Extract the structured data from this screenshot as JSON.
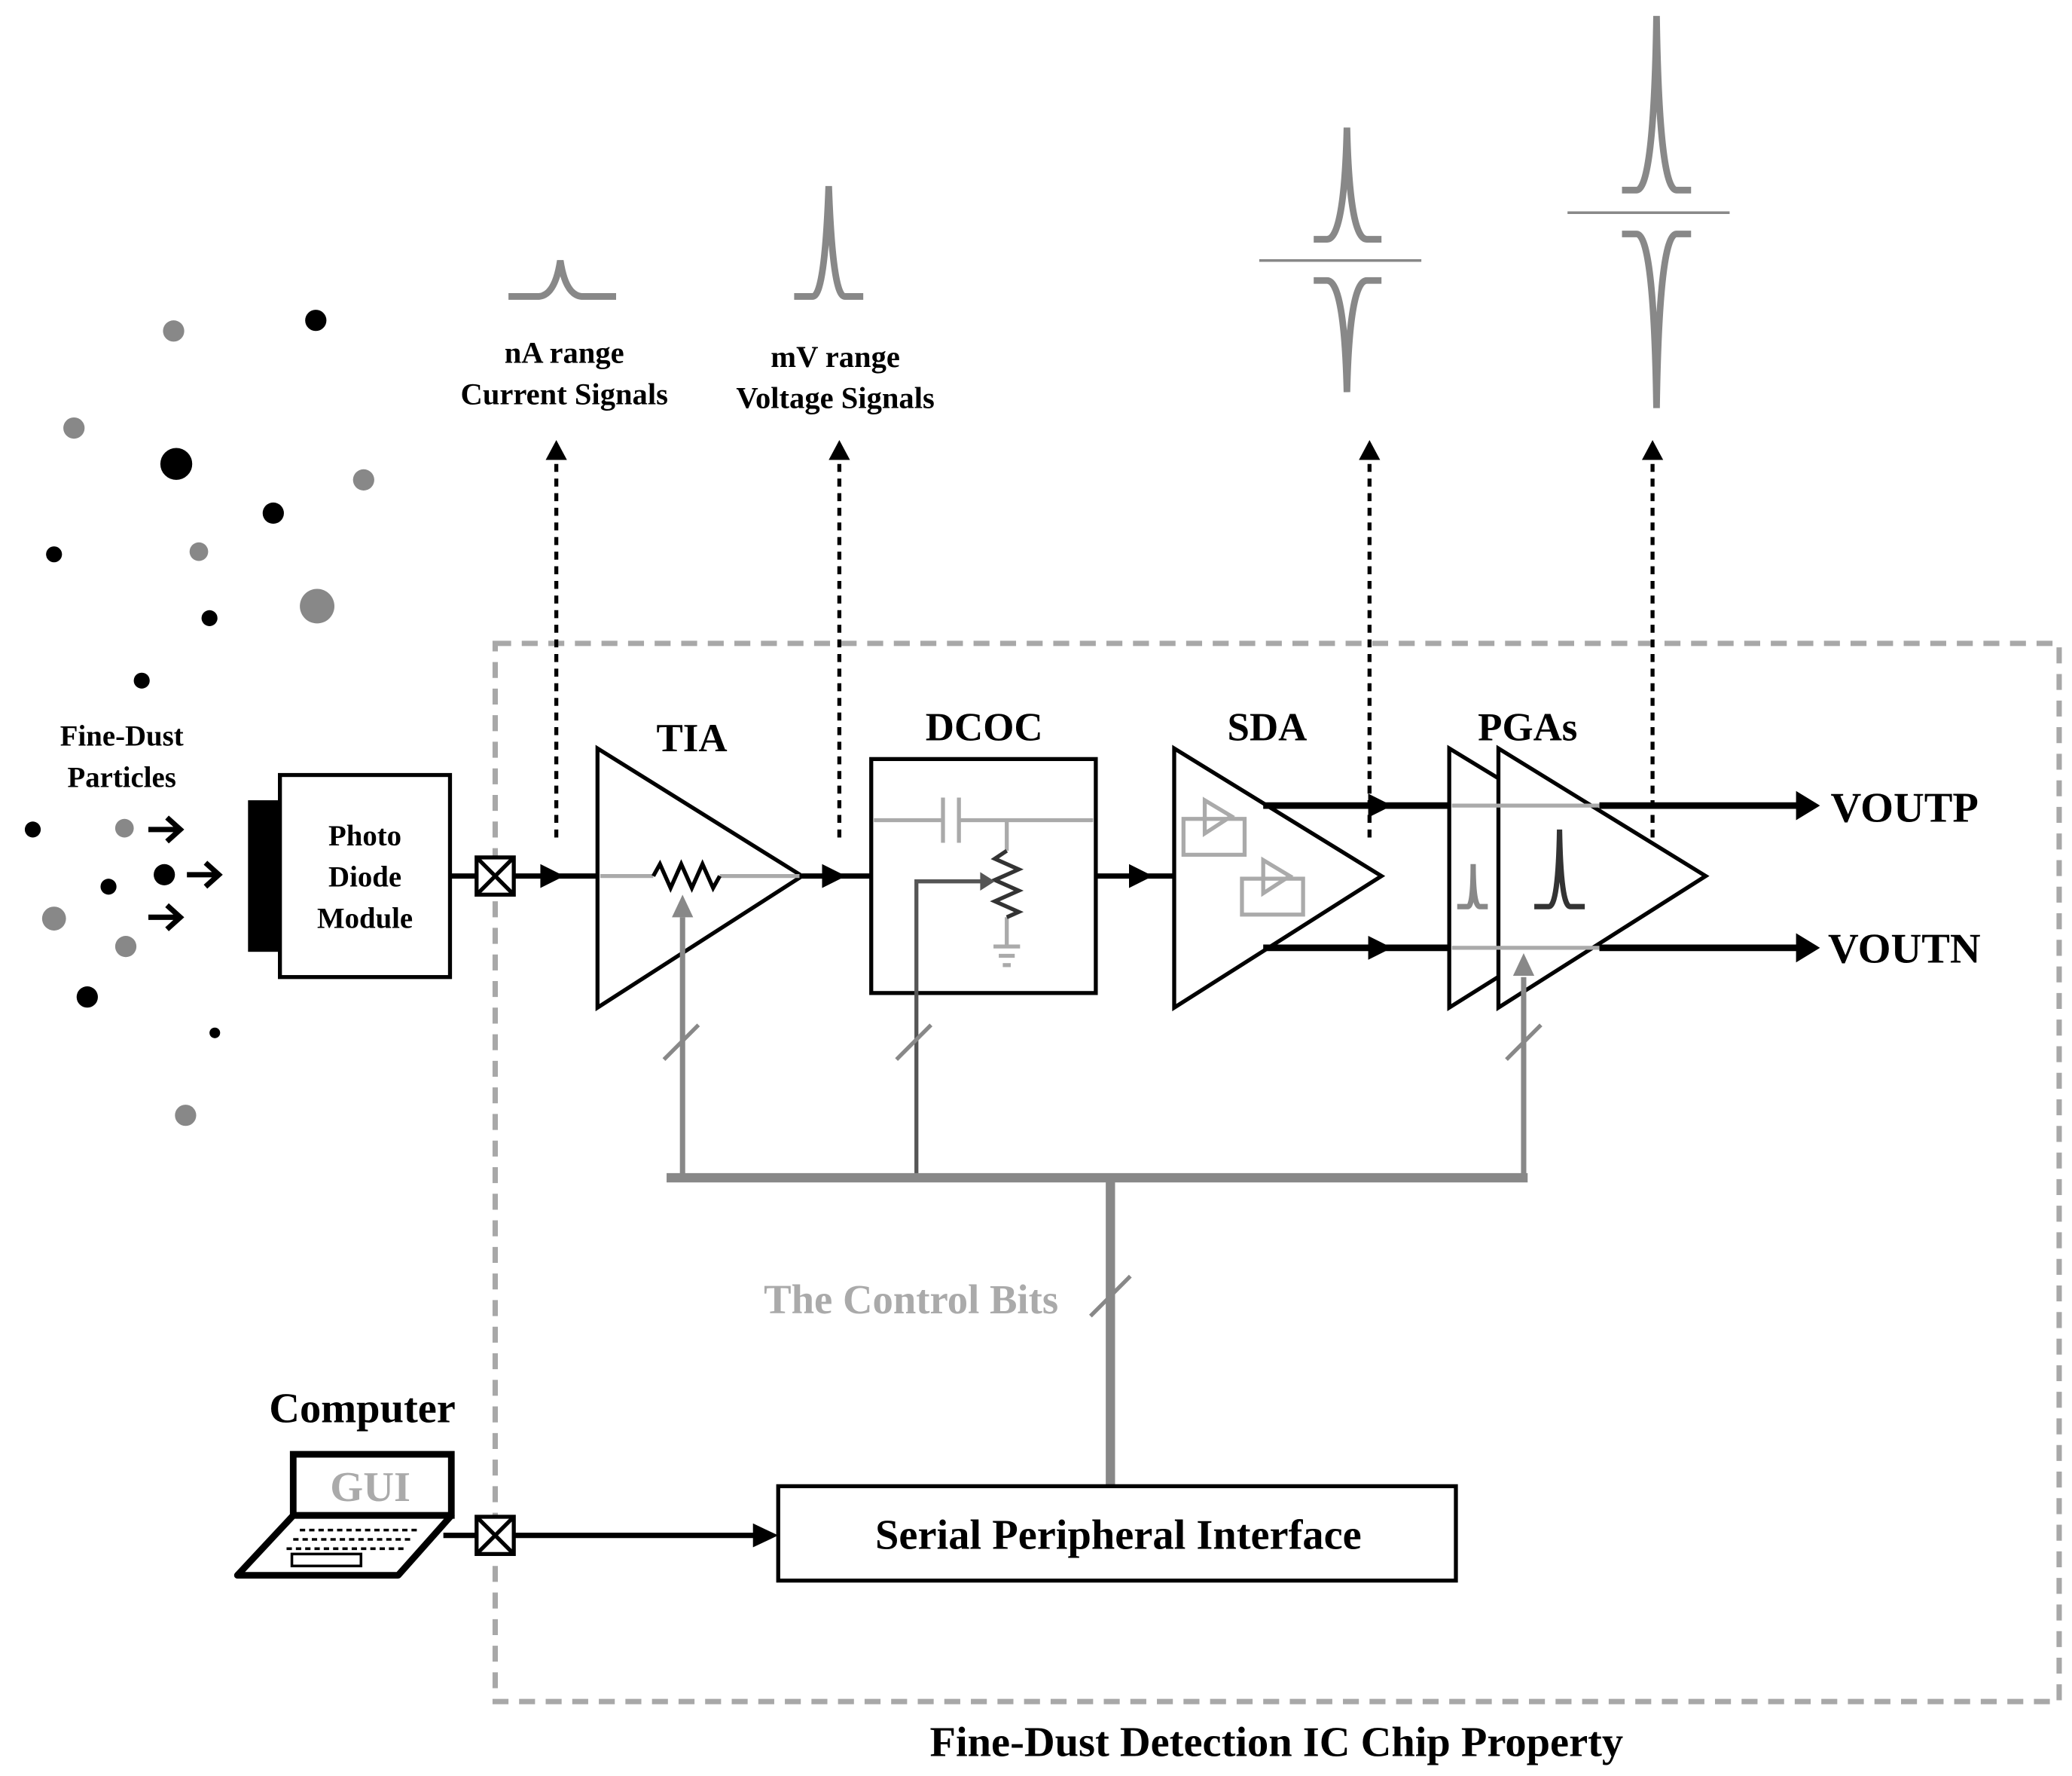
{
  "labels": {
    "fine_dust_line1": "Fine-Dust",
    "fine_dust_line2": "Particles",
    "photo_line1": "Photo",
    "photo_line2": "Diode",
    "photo_line3": "Module",
    "tia": "TIA",
    "dcoc": "DCOC",
    "sda": "SDA",
    "pgas": "PGAs",
    "voutp": "VOUTP",
    "voutn": "VOUTN",
    "na_line1": "nA range",
    "na_line2": "Current Signals",
    "mv_line1": "mV range",
    "mv_line2": "Voltage Signals",
    "control_bits": "The Control Bits",
    "computer": "Computer",
    "gui": "GUI",
    "spi": "Serial Peripheral Interface",
    "chip_caption": "Fine-Dust Detection IC Chip Property"
  },
  "colors": {
    "black": "#000000",
    "gray": "#888888",
    "light_gray": "#aaaaaa",
    "dashed_border": "#a8a8a8",
    "dark_pulse": "#333333"
  }
}
